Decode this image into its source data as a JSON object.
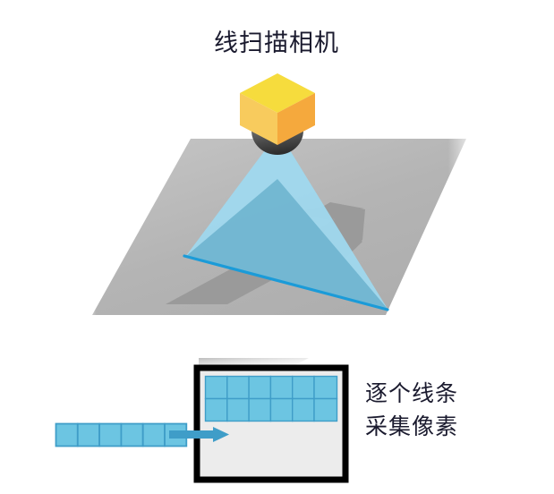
{
  "diagram": {
    "title": "线扫描相机",
    "caption_line1": "逐个线条",
    "caption_line2": "采集像素",
    "colors": {
      "cube_top": "#f6dc3d",
      "cube_left": "#f8cb5d",
      "cube_right": "#f5a93d",
      "lens_dark": "#3c3c3c",
      "lens_mid": "#5a5a5a",
      "light_cone": "#9fd8ee",
      "scan_line": "#1b9bd8",
      "plane_gray": "#b4b4b4",
      "plane_arrow": "#9a9a9a",
      "pixel_fill": "#6cc5e2",
      "pixel_stroke": "#3f9dc8",
      "sensor_border": "#000000",
      "sensor_background": "#ececec",
      "flow_arrow": "#3f9dc8",
      "text": "#1a1a2e"
    },
    "camera": {
      "label": "line-scan-camera",
      "body_shape": "isometric-cube",
      "lens_shape": "half-ellipse"
    },
    "scan_plane": {
      "label": "conveyor-surface",
      "motion_arrow_direction": "right"
    },
    "sensor_panel": {
      "label": "image-buffer",
      "grid_columns": 6,
      "grid_rows": 2,
      "filled_rows": 2
    },
    "incoming_line": {
      "label": "single-scanned-line",
      "cells": 6
    }
  }
}
